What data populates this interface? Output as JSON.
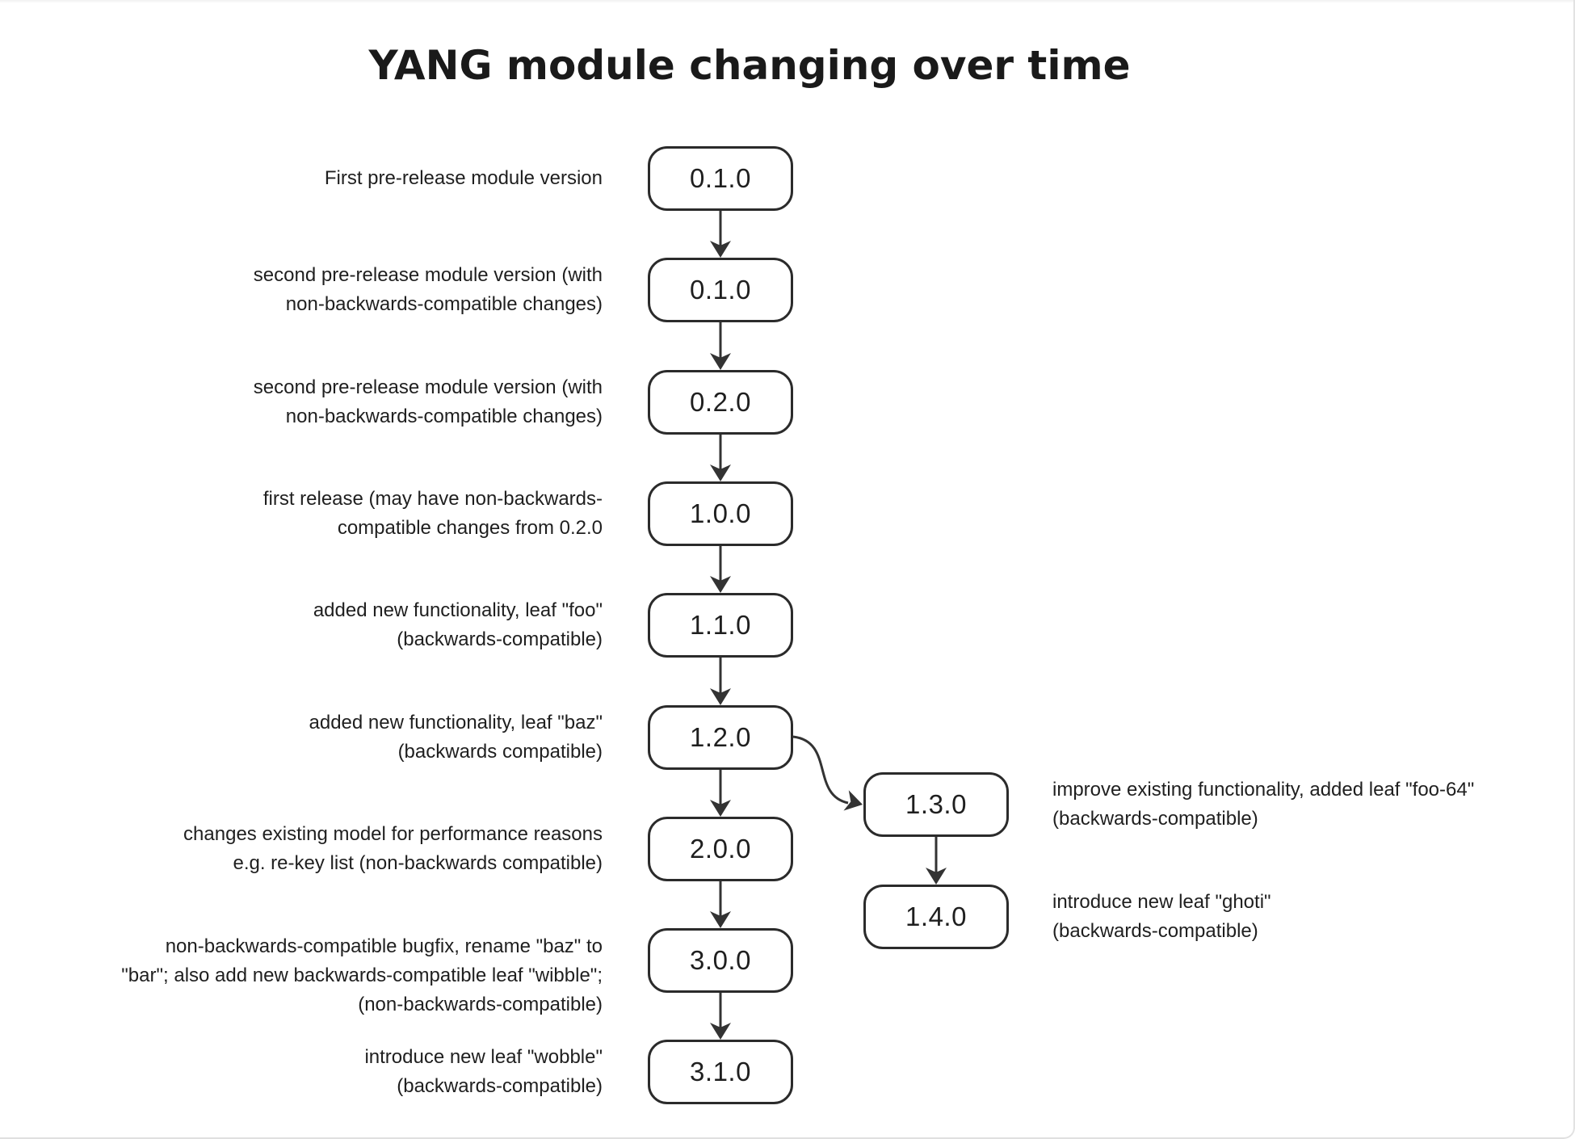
{
  "title": "YANG module changing over time",
  "flow": {
    "main_chain": [
      {
        "version": "0.1.0",
        "label_lines": [
          "First pre-release module version"
        ]
      },
      {
        "version": "0.1.0",
        "label_lines": [
          "second pre-release module version (with",
          "non-backwards-compatible changes)"
        ]
      },
      {
        "version": "0.2.0",
        "label_lines": [
          "second pre-release module version (with",
          "non-backwards-compatible changes)"
        ]
      },
      {
        "version": "1.0.0",
        "label_lines": [
          "first release (may have non-backwards-",
          "compatible changes from 0.2.0"
        ]
      },
      {
        "version": "1.1.0",
        "label_lines": [
          "added new functionality, leaf \"foo\"",
          "(backwards-compatible)"
        ]
      },
      {
        "version": "1.2.0",
        "label_lines": [
          "added new functionality, leaf \"baz\"",
          "(backwards compatible)"
        ]
      },
      {
        "version": "2.0.0",
        "label_lines": [
          "changes existing model for performance reasons",
          "e.g. re-key list (non-backwards compatible)"
        ]
      },
      {
        "version": "3.0.0",
        "label_lines": [
          "non-backwards-compatible bugfix, rename \"baz\" to",
          "\"bar\"; also add new backwards-compatible leaf \"wibble\";",
          "(non-backwards-compatible)"
        ]
      },
      {
        "version": "3.1.0",
        "label_lines": [
          "introduce new leaf \"wobble\"",
          "(backwards-compatible)"
        ]
      }
    ],
    "branch_chain": [
      {
        "version": "1.3.0",
        "label_lines": [
          "improve existing functionality, added leaf \"foo-64\"",
          "(backwards-compatible)"
        ]
      },
      {
        "version": "1.4.0",
        "label_lines": [
          "introduce new leaf \"ghoti\"",
          "(backwards-compatible)"
        ]
      }
    ],
    "branch_source_version": "1.2.0"
  },
  "colors": {
    "node_border": "#2b2b2b",
    "node_fill": "#ffffff",
    "edge": "#333333",
    "text": "#1f1f1f",
    "page_edge": "#e0e0e0"
  }
}
